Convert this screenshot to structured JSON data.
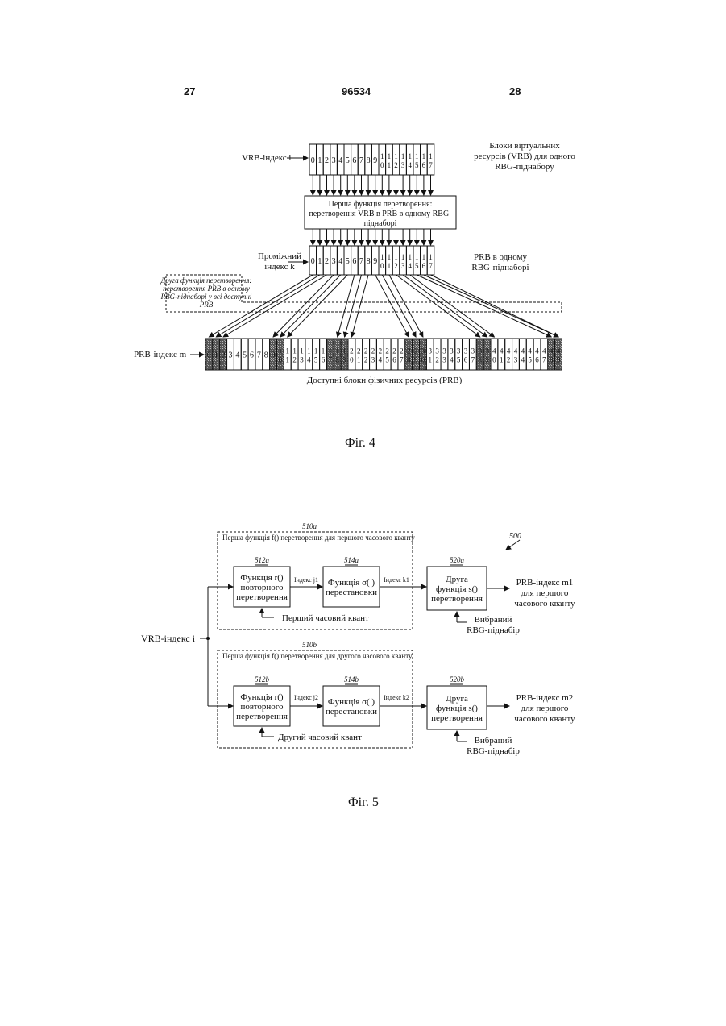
{
  "header": {
    "left": "27",
    "center": "96534",
    "right": "28"
  },
  "fig4": {
    "vrb_label": "VRB-індекс i",
    "vrb_desc": [
      "Блоки віртуальних",
      "ресурсів (VRB) для одного",
      "RBG-піднабору"
    ],
    "vrb_cells": [
      "0",
      "1",
      "2",
      "3",
      "4",
      "5",
      "6",
      "7",
      "8",
      "9",
      "1|0",
      "1|1",
      "1|2",
      "1|3",
      "1|4",
      "1|5",
      "1|6",
      "1|7"
    ],
    "func1": [
      "Перша функція перетворення:",
      "перетворення VRB в PRB в одному RBG-",
      "піднаборі"
    ],
    "mid_label": [
      "Проміжний",
      "індекс k"
    ],
    "mid_desc": [
      "PRB в одному",
      "RBG-піднаборі"
    ],
    "func2": [
      "Друга функція перетворення:",
      "перетворення PRB в одному",
      "RBG-піднаборі у всі доступні",
      "PRB"
    ],
    "prb_label": "PRB-індекс m",
    "prb_cells": [
      "0",
      "1",
      "2",
      "3",
      "4",
      "5",
      "6",
      "7",
      "8",
      "9",
      "1|0",
      "1|1",
      "1|2",
      "1|3",
      "1|4",
      "1|5",
      "1|6",
      "1|7",
      "1|8",
      "1|9",
      "2|0",
      "2|1",
      "2|2",
      "2|3",
      "2|4",
      "2|5",
      "2|6",
      "2|7",
      "2|8",
      "2|9",
      "3|0",
      "3|1",
      "3|2",
      "3|3",
      "3|4",
      "3|5",
      "3|6",
      "3|7",
      "3|8",
      "3|9",
      "4|0",
      "4|1",
      "4|2",
      "4|3",
      "4|4",
      "4|5",
      "4|6",
      "4|7",
      "4|8",
      "4|9"
    ],
    "prb_shaded": [
      0,
      1,
      2,
      9,
      10,
      17,
      18,
      19,
      28,
      29,
      30,
      38,
      39,
      48,
      49,
      50,
      58,
      59
    ],
    "prb_caption": "Доступні блоки фізичних ресурсів (PRB)",
    "caption": "Фіг. 4"
  },
  "fig5": {
    "ref_500": "500",
    "vrb_label": "VRB-індекс i",
    "g510a": {
      "ref": "510a",
      "title": "Перша функція f() перетворення для першого часового кванту"
    },
    "g510b": {
      "ref": "510b",
      "title": "Перша функція f() перетворення для другого часового кванту"
    },
    "b512a": {
      "ref": "512a",
      "lines": [
        "Функція r()",
        "повторного",
        "перетворення"
      ]
    },
    "b514a": {
      "ref": "514a",
      "lines": [
        "Функція σ( )",
        "перестановки"
      ]
    },
    "b520a": {
      "ref": "520a",
      "lines": [
        "Друга",
        "функція s()",
        "перетворення"
      ]
    },
    "b512b": {
      "ref": "512b",
      "lines": [
        "Функція r()",
        "повторного",
        "перетворення"
      ]
    },
    "b514b": {
      "ref": "514b",
      "lines": [
        "Функція σ( )",
        "перестановки"
      ]
    },
    "b520b": {
      "ref": "520b",
      "lines": [
        "Друга",
        "функція s()",
        "перетворення"
      ]
    },
    "idx_j1": "Індекс j1",
    "idx_k1": "Індекс k1",
    "idx_j2": "Індекс j2",
    "idx_k2": "Індекс k2",
    "q1": "Перший часовий квант",
    "q2": "Другий часовий квант",
    "rbg_a": [
      "Вибраний",
      "RBG-піднабір"
    ],
    "rbg_b": [
      "Вибраний",
      "RBG-піднабір"
    ],
    "out_a": [
      "PRB-індекс m1",
      "для першого",
      "часового кванту"
    ],
    "out_b": [
      "PRB-індекс m2",
      "для першого",
      "часового кванту"
    ],
    "caption": "Фіг. 5"
  }
}
